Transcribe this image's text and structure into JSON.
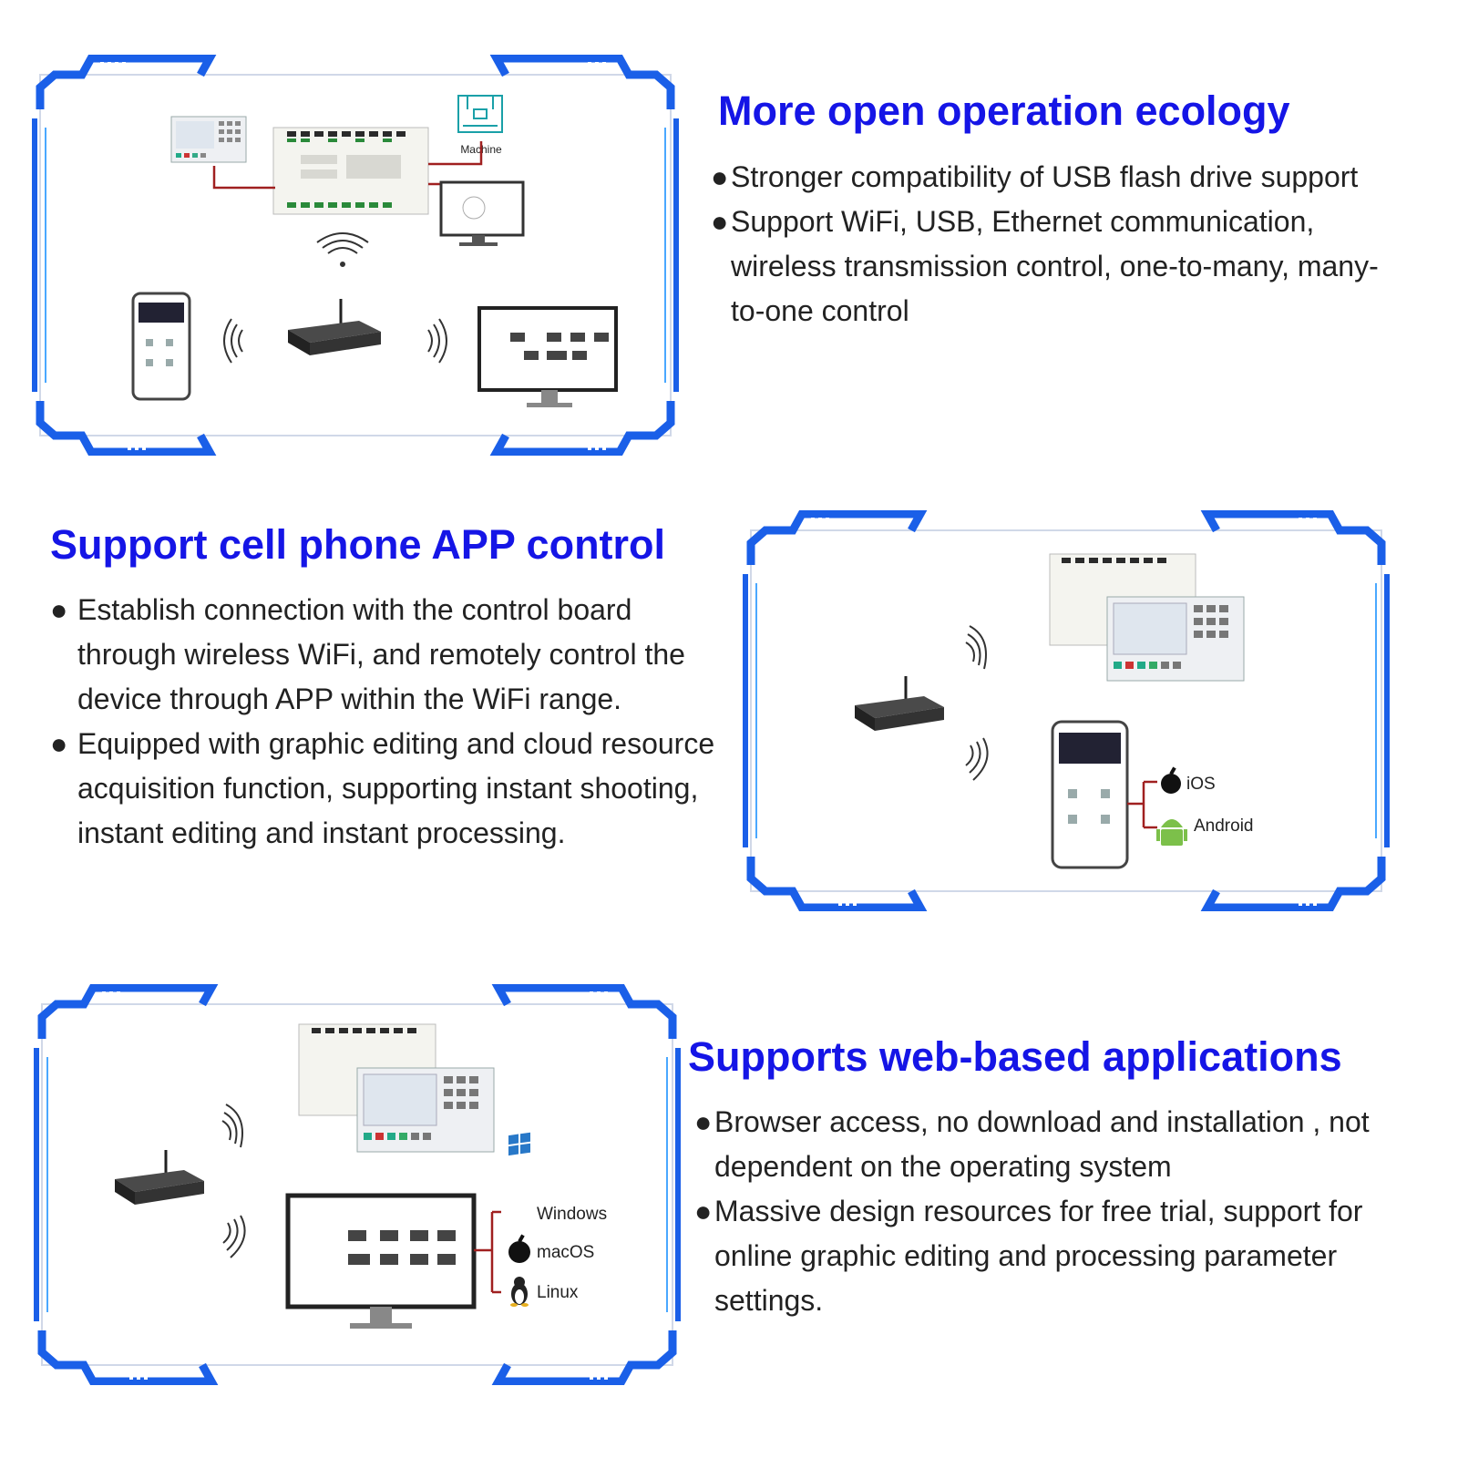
{
  "section1": {
    "heading": "More open operation ecology",
    "bullets": [
      "Stronger compatibility of USB flash drive support",
      "Support WiFi, USB, Ethernet communication, wireless transmission control, one-to-many, many-to-one control"
    ],
    "diagram": {
      "machine_label": "Machine"
    }
  },
  "section2": {
    "heading": "Support cell phone APP control",
    "bullets": [
      "Establish connection with the control board through wireless WiFi, and remotely control the device through APP within the WiFi range.",
      "Equipped with graphic editing and cloud resource acquisition function, supporting instant shooting, instant editing and instant processing."
    ],
    "diagram": {
      "os_labels": [
        "iOS",
        "Android"
      ]
    }
  },
  "section3": {
    "heading": "Supports web-based applications",
    "bullets": [
      "Browser access, no download and installation , not dependent on the operating system",
      "Massive design resources for free trial, support for online graphic editing and processing parameter settings."
    ],
    "diagram": {
      "os_labels": [
        "Windows",
        "macOS",
        "Linux"
      ]
    }
  },
  "bullet_glyph": "●",
  "colors": {
    "heading": "#1515e6",
    "frame_blue": "#1a5fe8",
    "frame_light": "#4aa8ff",
    "cable": "#a02020"
  }
}
